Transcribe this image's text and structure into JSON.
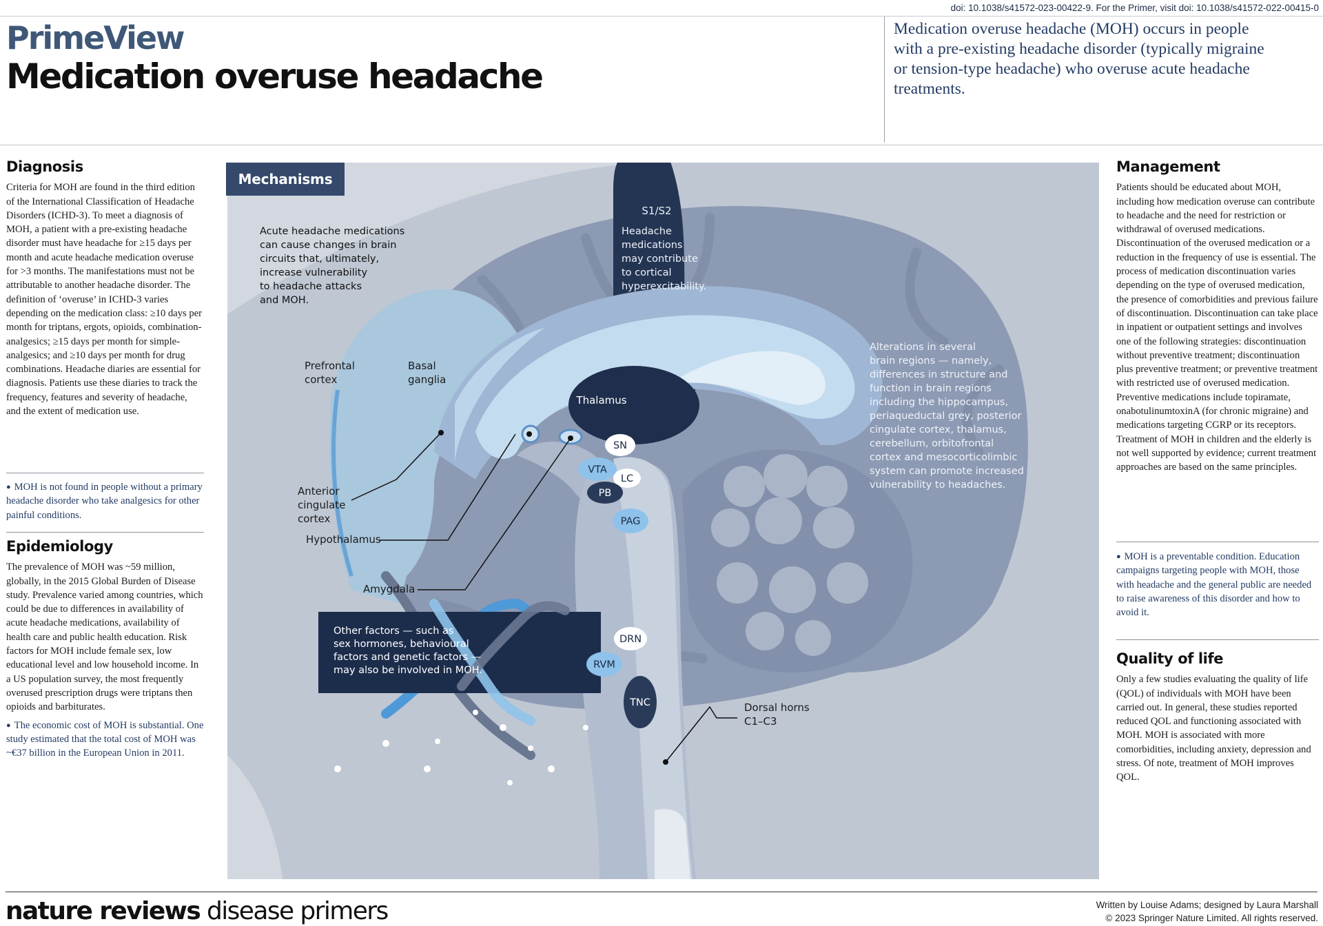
{
  "header": {
    "doi": "doi: 10.1038/s41572-023-00422-9. For the Primer, visit doi: 10.1038/s41572-022-00415-0",
    "series": "PrimeView",
    "title": "Medication overuse headache",
    "summary": "Medication overuse headache (MOH) occurs in people with a pre-existing headache disorder (typically migraine or tension-type headache) who overuse acute headache treatments."
  },
  "diagnosis": {
    "heading": "Diagnosis",
    "body": "Criteria for MOH are found in the third edition of the International Classification of Headache Disorders (ICHD-3). To meet a diagnosis of MOH, a patient with a pre-existing headache disorder must have headache for ≥15 days per month and acute headache medication overuse for >3 months. The manifestations must not be attributable to another headache disorder. The definition of ‘overuse’ in ICHD-3 varies depending on the medication class: ≥10 days per month for triptans, ergots, opioids, combination-analgesics; ≥15 days per month for simple-analgesics; and ≥10 days per month for drug combinations. Headache diaries are essential for diagnosis. Patients use these diaries to track the frequency, features and severity of headache, and the extent of medication use.",
    "highlight": "MOH is not found in people without a primary headache disorder who take analgesics for other painful conditions."
  },
  "epidemiology": {
    "heading": "Epidemiology",
    "body": "The prevalence of MOH was ~59 million, globally, in the 2015 Global Burden of Disease study. Prevalence varied among countries, which could be due to differences in availability of acute headache medications, availability of health care and public health education. Risk factors for MOH include female sex, low educational level and low household income. In a US population survey, the most frequently overused prescription drugs were triptans then opioids and barbiturates.",
    "highlight": "The economic cost of MOH is substantial. One study estimated that the total cost of MOH was ~€37 billion in the European Union in 2011."
  },
  "mechanisms": {
    "tab": "Mechanisms",
    "note_acute": [
      "Acute headache medications",
      "can cause changes in brain",
      "circuits that, ultimately,",
      "increase vulnerability",
      "to headache attacks",
      "and MOH."
    ],
    "note_cortical": [
      "Headache",
      "medications",
      "may contribute",
      "to cortical",
      "hyperexcitability."
    ],
    "note_alterations": [
      "Alterations in several",
      "brain regions — namely,",
      "differences in structure and",
      "function in brain regions",
      "including the hippocampus,",
      "periaqueductal grey, posterior",
      "cingulate cortex, thalamus,",
      "cerebellum, orbitofrontal",
      "cortex and mesocorticolimbic",
      "system can promote increased",
      "vulnerability to headaches."
    ],
    "note_other": [
      "Other factors — such as",
      "sex hormones, behavioural",
      "factors and genetic factors —",
      "may also be involved in MOH."
    ],
    "labels": {
      "s1s2": "S1/S2",
      "prefrontal": [
        "Prefrontal",
        "cortex"
      ],
      "basal": [
        "Basal",
        "ganglia"
      ],
      "thalamus": "Thalamus",
      "acc": [
        "Anterior",
        "cingulate",
        "cortex"
      ],
      "hypothalamus": "Hypothalamus",
      "amygdala": "Amygdala",
      "sn": "SN",
      "vta": "VTA",
      "lc": "LC",
      "pb": "PB",
      "pag": "PAG",
      "drn": "DRN",
      "rvm": "RVM",
      "tnc": "TNC",
      "dorsal": [
        "Dorsal horns",
        "C1–C3"
      ]
    }
  },
  "management": {
    "heading": "Management",
    "body": "Patients should be educated about MOH, including how medication overuse can contribute to headache and the need for restriction or withdrawal of overused medications. Discontinuation of the overused medication or a reduction in the frequency of use is essential. The process of medication discontinuation varies depending on the type of overused medication, the presence of comorbidities and previous failure of discontinuation. Discontinuation can take place in inpatient or outpatient settings and involves one of the following strategies: discontinuation without preventive treatment; discontinuation plus preventive treatment; or preventive treatment with restricted use of overused medication. Preventive medications include topiramate, onabotulinumtoxinA (for chronic migraine) and medications targeting CGRP or its receptors. Treatment of MOH in children and the elderly is not well supported by evidence; current treatment approaches are based on the same principles.",
    "highlight": "MOH is a preventable condition. Education campaigns targeting people with MOH, those with headache and the general public are needed to raise awareness of this disorder and how to avoid it."
  },
  "qol": {
    "heading": "Quality of life",
    "body": "Only a few studies evaluating the quality of life (QOL) of individuals with MOH have been carried out. In general, these studies reported reduced QOL and functioning associated with MOH. MOH is associated with more comorbidities, including anxiety, depression and stress. Of note, treatment of MOH improves QOL."
  },
  "footer": {
    "brand_bold": "nature reviews",
    "brand_light": "disease primers",
    "credit": "Written by Louise Adams; designed by Laura Marshall",
    "copyright": "© 2023 Springer Nature Limited. All rights reserved."
  }
}
